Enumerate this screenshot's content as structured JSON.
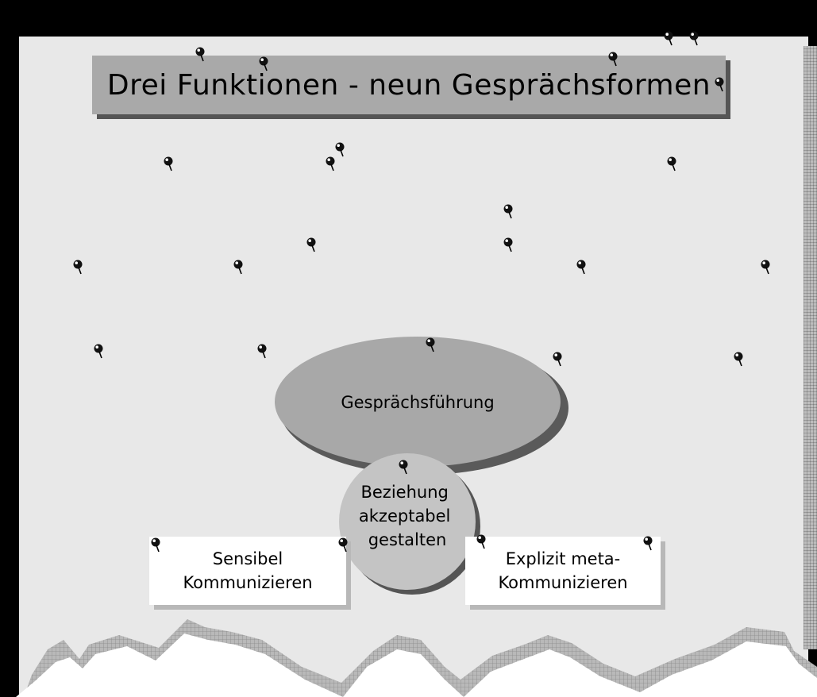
{
  "title": "Drei Funktionen - neun Gesprächsformen",
  "main_oval": {
    "label": "Gesprächsführung"
  },
  "center_circle": {
    "label": "Beziehung\nakzeptabel\ngestalten"
  },
  "left_card": {
    "label": "Sensibel\nKommunizieren"
  },
  "right_card": {
    "label": "Explizit meta-\nKommunizieren"
  },
  "colors": {
    "frame": "#000000",
    "board": "#e8e8e8",
    "title_fill": "#a9a9a9",
    "oval_fill": "#a8a8a8",
    "circle_fill": "#c4c4c4",
    "card_fill": "#ffffff"
  },
  "icons": {
    "pin": "pushpin-icon"
  }
}
